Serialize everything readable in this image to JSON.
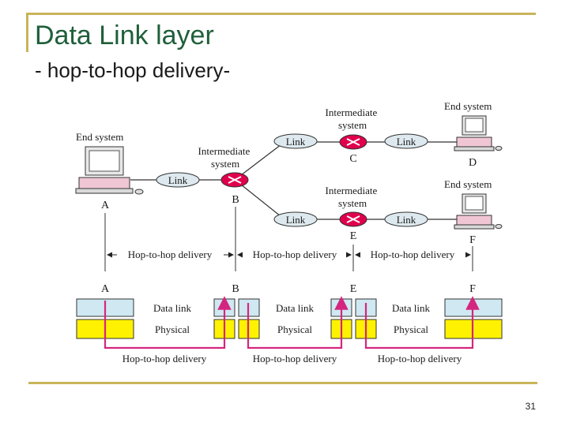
{
  "slide": {
    "title": "Data Link layer",
    "subtitle": "- hop-to-hop delivery-",
    "page_number": "31"
  },
  "network": {
    "end_system_label": "End system",
    "intermediate_system_label": "Intermediate\nsystem",
    "link_label": "Link",
    "nodes": {
      "A": "A",
      "B": "B",
      "C": "C",
      "D": "D",
      "E": "E",
      "F": "F"
    }
  },
  "delivery": {
    "hop_label": "Hop-to-hop delivery",
    "layers": {
      "data_link": "Data link",
      "physical": "Physical"
    }
  },
  "colors": {
    "frame": "#c8b45a",
    "title": "#1f5f3a",
    "data_link": "#cfe8f2",
    "physical": "#fff200",
    "arrows": "#d4267e",
    "router": "#e0004d",
    "link_oval": "#dde9ee"
  }
}
